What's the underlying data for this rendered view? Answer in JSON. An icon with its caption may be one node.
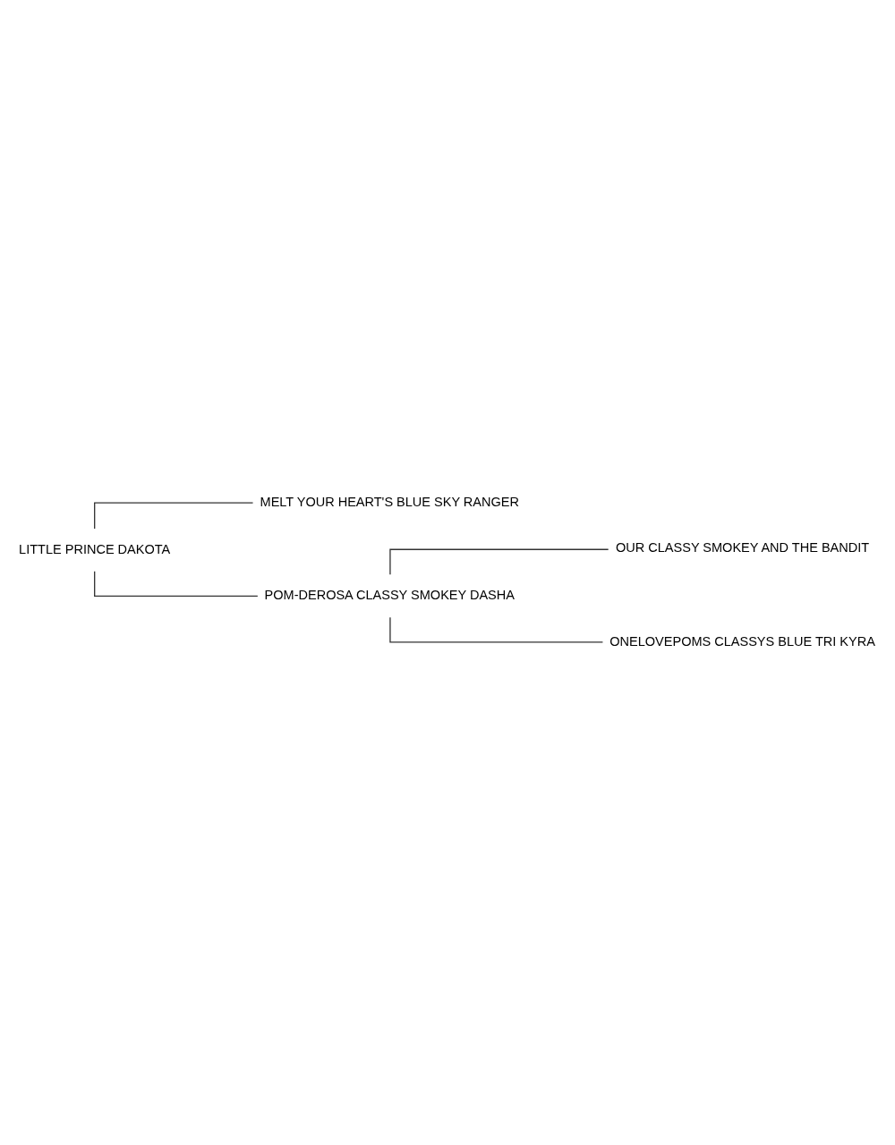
{
  "diagram": {
    "nodes": [
      {
        "text": [
          "LITTLE PRINCE DAKOTA"
        ]
      },
      {
        "text": [
          "MELT YOUR HEART'S BLUE SKY RANGER"
        ]
      },
      {
        "text": [
          "POM-DEROSA CLASSY SMOKEY DASHA"
        ]
      },
      {
        "text": [
          "OUR CLASSY SMOKEY AND THE BANDIT"
        ]
      },
      {
        "text": [
          "ONELOVEPOMS CLASSYS BLUE TRI KYRA"
        ]
      }
    ],
    "edges": [
      {
        "from": 0,
        "to": 1,
        "arrow": "none"
      },
      {
        "from": 0,
        "to": 2,
        "arrow": "none"
      },
      {
        "from": 2,
        "to": 3,
        "arrow": "none"
      },
      {
        "from": 2,
        "to": 4,
        "arrow": "none"
      }
    ]
  }
}
